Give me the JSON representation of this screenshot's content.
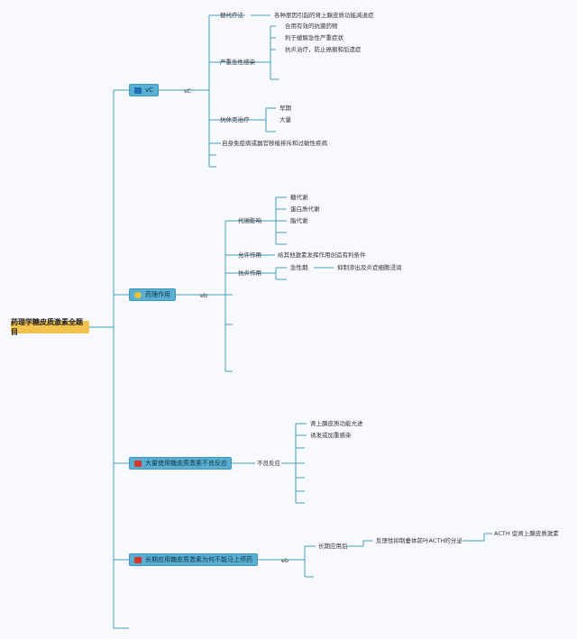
{
  "root": "药理学糖皮质激素全题目",
  "branches": {
    "b1": {
      "title": "vC",
      "icon": "blue-square-icon",
      "connector": "sC",
      "replace": {
        "label": "替代疗法",
        "child": "各种原因引起的肾上腺皮质功能减退症"
      },
      "infection": {
        "label": "严重急性感染",
        "items": [
          "合用有效的抗菌药物",
          "利于缓解急性严重症状",
          "抗炎治疗，防止癌痕和后遗症"
        ]
      },
      "shock": {
        "label": "抗休克治疗",
        "items": [
          "早期",
          "大量"
        ]
      },
      "autoimmune": "自身免疫病或器官移植排斥和过敏性疾病"
    },
    "b2": {
      "title": "药理作用",
      "icon": "gear-icon",
      "connector": "eb",
      "metabolism": {
        "label": "代谢影响",
        "items": [
          "糖代谢",
          "蛋白质代谢",
          "脂代谢"
        ]
      },
      "permissive": {
        "label": "允许作用",
        "child": "给其他激素发挥作用创造有利条件"
      },
      "antiinflam": {
        "label": "抗炎作用",
        "acute": "急性期",
        "acute_child": "抑制渗出及炎症细胞浸润"
      }
    },
    "b3": {
      "title": "大量使用糖皮质激素不良反应",
      "icon": "red-square-icon",
      "connector": "不良反应",
      "items": [
        "肾上腺皮质功能亢进",
        "诱发或加重感染"
      ]
    },
    "b4": {
      "title": "长期应用糖皮质激素为何不能马上停药",
      "icon": "red-square-icon",
      "connector": "eb",
      "long": {
        "label": "长期应用后",
        "child": "反馈性抑制垂体前叶ACTH的分泌",
        "grandchild": "ACTH 促肾上腺皮质激素"
      }
    }
  },
  "colors": {
    "line": "#4a9dbd",
    "branch_bg": "#5ab0d2",
    "root_bg": "#f2c14e"
  }
}
